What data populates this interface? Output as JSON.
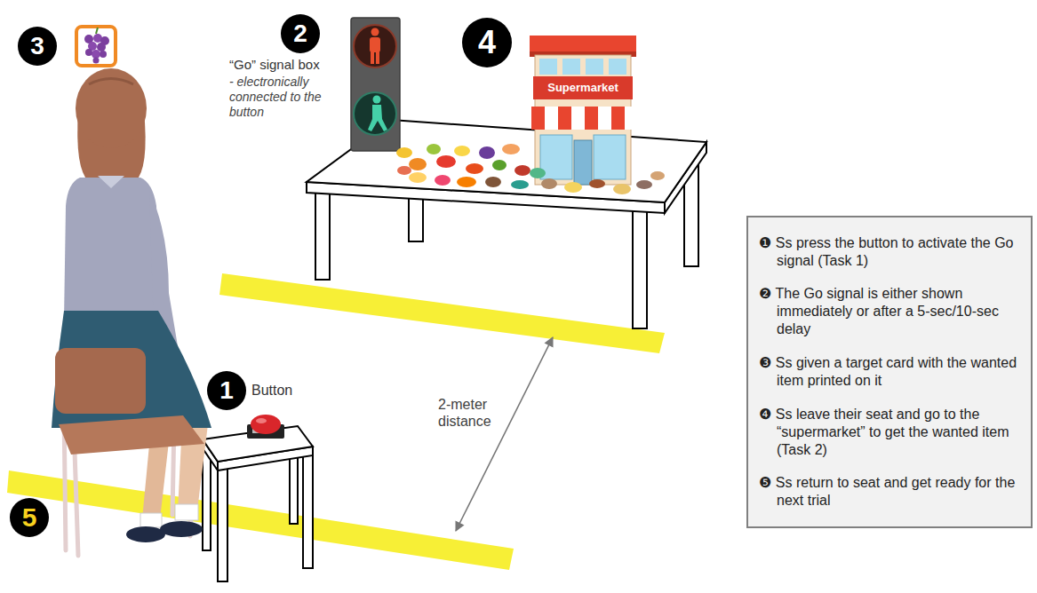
{
  "diagram": {
    "nodes": [
      {
        "text": [
          "1"
        ]
      },
      {
        "text": [
          "2"
        ]
      },
      {
        "text": [
          "3"
        ]
      },
      {
        "text": [
          "4"
        ]
      },
      {
        "text": [
          "5"
        ]
      },
      {
        "text": [
          "❶ Ss press the button to activate the Go signal (Task 1)",
          "❷ The Go signal is either shown immediately or after a 5-sec/10-sec delay",
          "❸ Ss given a target card with the wanted item printed on it",
          "❹ Ss leave their seat and go to the “supermarket” to get the wanted item (Task 2)",
          "❺ Ss return to seat and get ready for the next trial"
        ]
      }
    ],
    "labels": [
      "Button",
      "“Go” signal box",
      "- electronically connected to the button",
      "Supermarket",
      "2-meter distance"
    ]
  }
}
